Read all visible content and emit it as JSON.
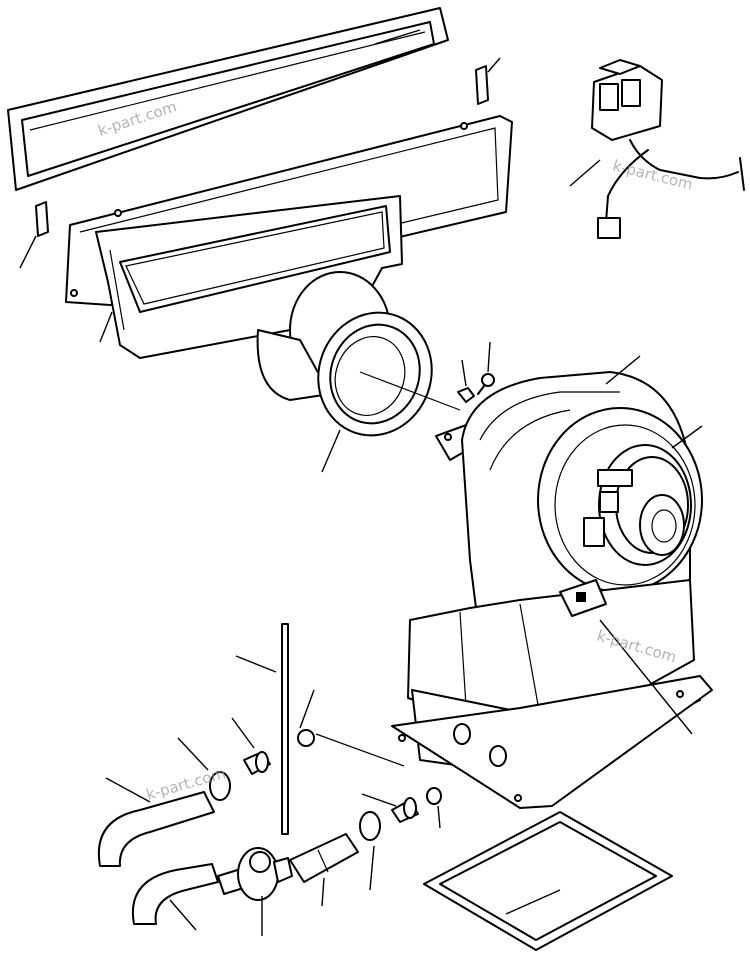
{
  "watermarks": [
    "k-part.com",
    "k-part.com",
    "k-part.com",
    "k-part.com"
  ],
  "colors": {
    "ink": "#000000",
    "paper": "#ffffff",
    "watermark": "#9a9a9a"
  }
}
